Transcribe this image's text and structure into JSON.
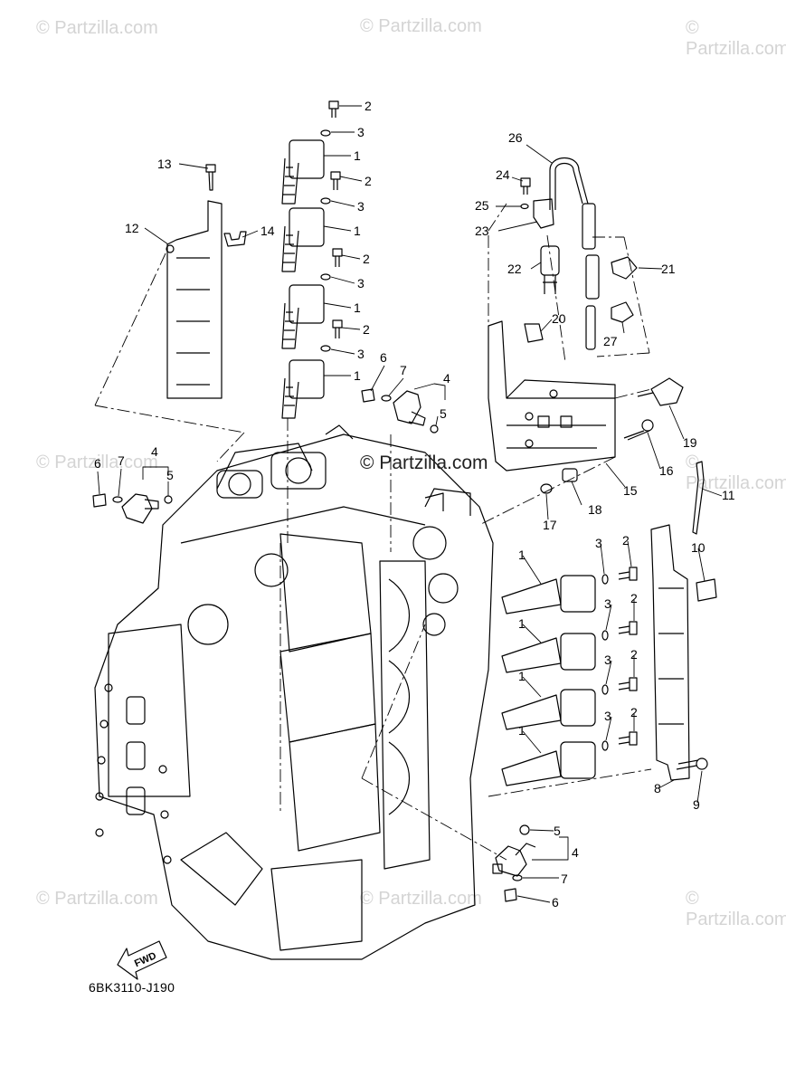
{
  "watermark": "© Partzilla.com",
  "part_code": "6BK3110-J190",
  "fwd_label": "FWD",
  "callouts": [
    "1",
    "2",
    "3",
    "4",
    "5",
    "6",
    "7",
    "8",
    "9",
    "10",
    "11",
    "12",
    "13",
    "14",
    "15",
    "16",
    "17",
    "18",
    "19",
    "20",
    "21",
    "22",
    "23",
    "24",
    "25",
    "26",
    "27"
  ]
}
